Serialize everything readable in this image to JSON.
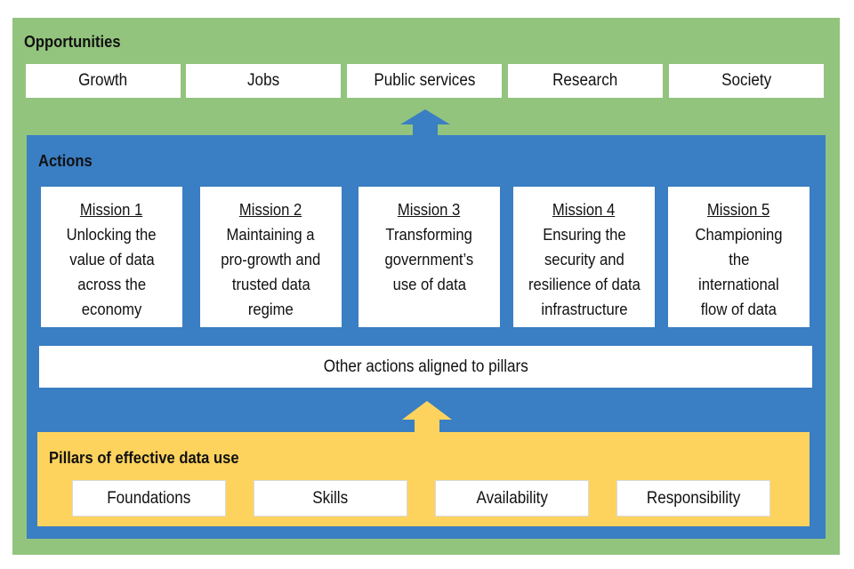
{
  "opportunities": {
    "title": "Opportunities",
    "items": [
      "Growth",
      "Jobs",
      "Public services",
      "Research",
      "Society"
    ]
  },
  "actions": {
    "title": "Actions",
    "missions": [
      {
        "title": "Mission 1",
        "lines": [
          "Unlocking the",
          "value of data",
          "across the",
          "economy"
        ]
      },
      {
        "title": "Mission 2",
        "lines": [
          "Maintaining a",
          "pro-growth and",
          "trusted data",
          "regime"
        ]
      },
      {
        "title": "Mission 3",
        "lines": [
          "Transforming",
          "government’s",
          "use of data"
        ]
      },
      {
        "title": "Mission 4",
        "lines": [
          "Ensuring the",
          "security and",
          "resilience of data",
          "infrastructure"
        ]
      },
      {
        "title": "Mission 5",
        "lines": [
          "Championing",
          "the",
          "international",
          "flow of data"
        ]
      }
    ],
    "aligned": "Other actions aligned to pillars"
  },
  "pillars": {
    "title": "Pillars of effective data use",
    "items": [
      "Foundations",
      "Skills",
      "Availability",
      "Responsibility"
    ]
  },
  "colors": {
    "opportunities_bg": "#93c47d",
    "actions_bg": "#3a7ec3",
    "pillars_bg": "#fdd35e",
    "arrow_blue": "#3a7ec3",
    "arrow_yellow": "#fdd35e"
  }
}
